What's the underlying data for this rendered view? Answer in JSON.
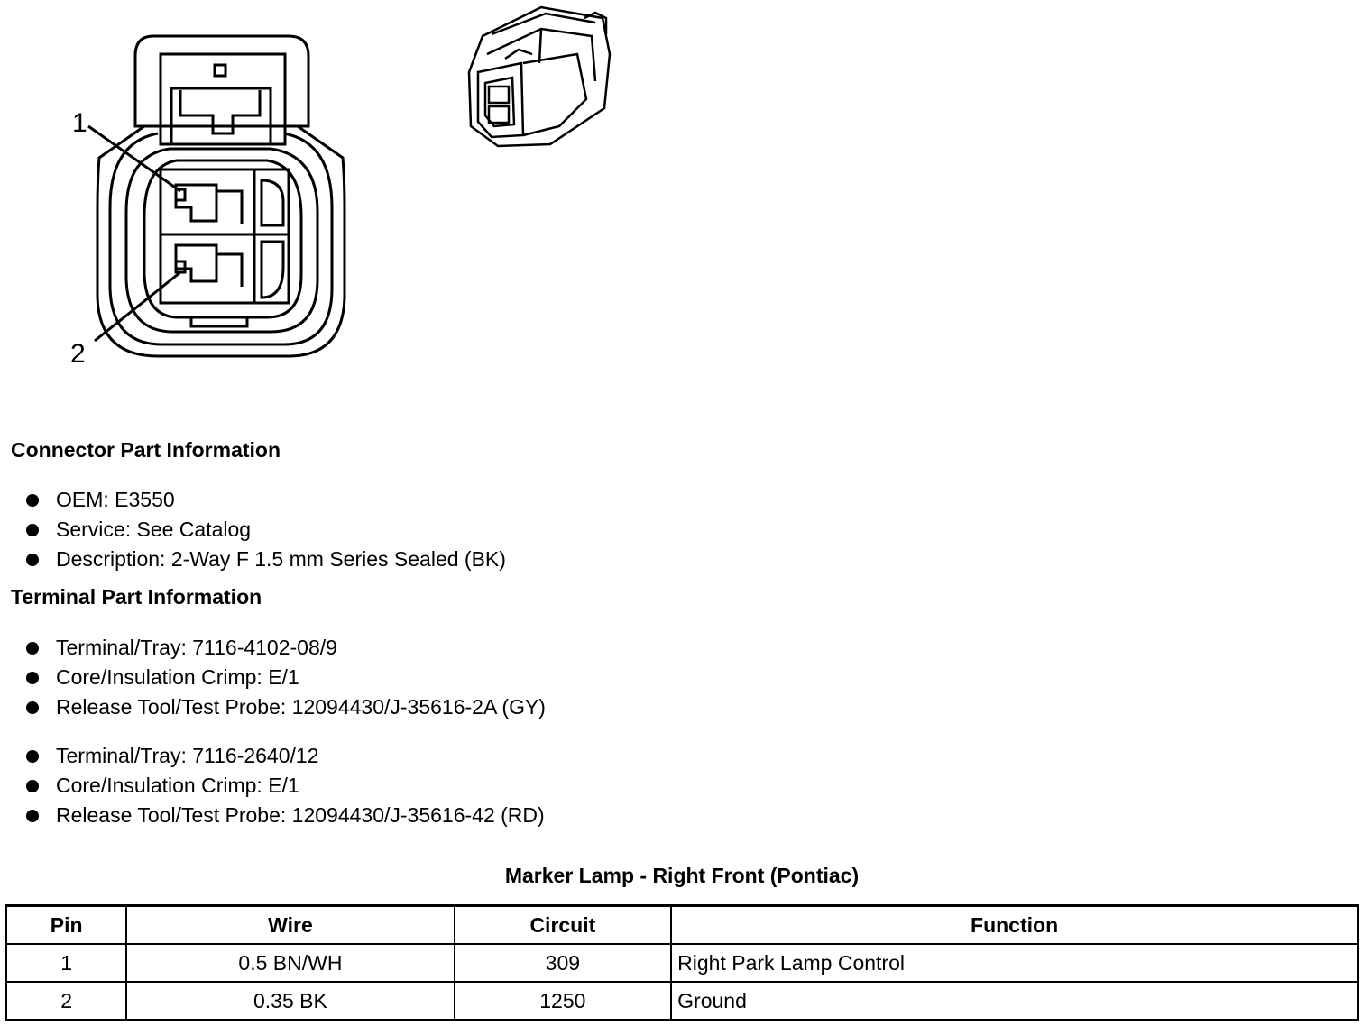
{
  "figure": {
    "callouts": [
      "1",
      "2"
    ]
  },
  "connector_info": {
    "heading": "Connector Part Information",
    "items": [
      "OEM: E3550",
      "Service: See Catalog",
      "Description: 2-Way F 1.5 mm Series Sealed (BK)"
    ]
  },
  "terminal_info": {
    "heading": "Terminal Part Information",
    "group1": [
      "Terminal/Tray: 7116-4102-08/9",
      "Core/Insulation Crimp: E/1",
      "Release Tool/Test Probe: 12094430/J-35616-2A (GY)"
    ],
    "group2": [
      "Terminal/Tray: 7116-2640/12",
      "Core/Insulation Crimp: E/1",
      "Release Tool/Test Probe: 12094430/J-35616-42 (RD)"
    ]
  },
  "pin_table": {
    "title": "Marker Lamp - Right Front (Pontiac)",
    "headers": [
      "Pin",
      "Wire",
      "Circuit",
      "Function"
    ],
    "rows": [
      [
        "1",
        "0.5 BN/WH",
        "309",
        "Right Park Lamp Control"
      ],
      [
        "2",
        "0.35 BK",
        "1250",
        "Ground"
      ]
    ]
  }
}
